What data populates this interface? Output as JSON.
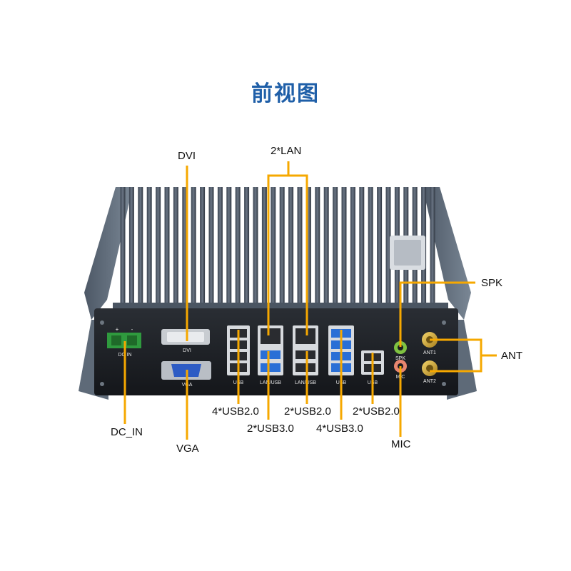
{
  "title": "前视图",
  "device": {
    "port_labels": {
      "dc_in": "DC IN",
      "dvi": "DVI",
      "vga": "VGA",
      "usb_a": "USB",
      "lan_usb_a": "LAN/USB",
      "lan_usb_b": "LAN/USB",
      "usb_b": "USB",
      "usb_c": "USB",
      "spk": "SPK",
      "mic": "MIC",
      "ant1": "ANT1",
      "ant2": "ANT2"
    }
  },
  "callouts": {
    "dvi": "DVI",
    "lan": "2*LAN",
    "spk": "SPK",
    "ant": "ANT",
    "dc_in": "DC_IN",
    "vga": "VGA",
    "usb20_a": "4*USB2.0",
    "usb30_a": "2*USB3.0",
    "usb20_b": "2*USB2.0",
    "usb30_b": "4*USB3.0",
    "usb20_c": "2*USB2.0",
    "mic": "MIC"
  },
  "colors": {
    "callout": "#f6a800",
    "title": "#1f5fa8",
    "chassis": "#1c1e22",
    "usb3_blue": "#2a6fd6",
    "spk_green": "#7fc241",
    "mic_pink": "#e8866f"
  }
}
